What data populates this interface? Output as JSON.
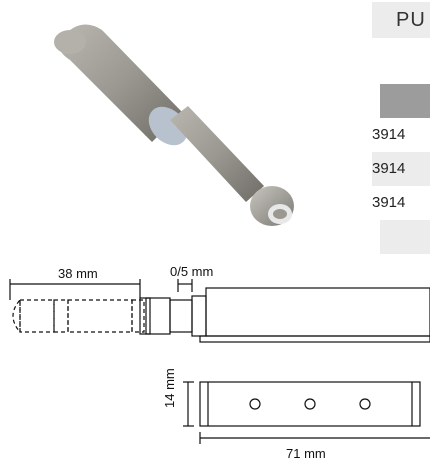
{
  "product": {
    "title": "PU",
    "article_numbers": [
      "3914",
      "3914",
      "3914"
    ]
  },
  "dimensions": {
    "stroke": "38 mm",
    "gap": "0/5 mm",
    "height": "14 mm",
    "length": "71 mm"
  },
  "colors": {
    "part_body": "#9a9890",
    "part_shadow": "#6e6c66",
    "table_header": "#9c9c9c",
    "row_shade": "#ececec"
  }
}
